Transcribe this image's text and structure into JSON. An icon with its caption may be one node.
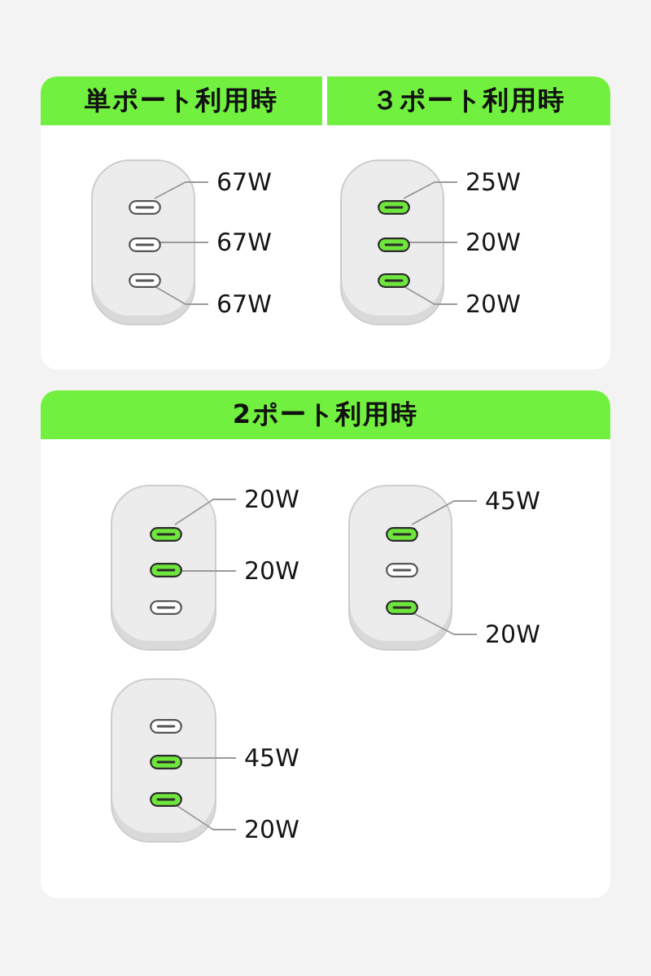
{
  "diagram": {
    "nodes": [
      {
        "text": [],
        "shape": "box"
      },
      {
        "text": [
          "単ポート利用時"
        ],
        "in": 0
      },
      {
        "text": [
          "３ポート利用時"
        ],
        "in": 0
      },
      {
        "text": [],
        "shape": "picture",
        "in": 0
      },
      {
        "text": [],
        "shape": "pill",
        "in": 3
      },
      {
        "text": [],
        "shape": "pill",
        "in": 3
      },
      {
        "text": [],
        "shape": "pill",
        "in": 3
      },
      {
        "text": [
          "67W"
        ],
        "in": 0
      },
      {
        "text": [
          "67W"
        ],
        "in": 0
      },
      {
        "text": [
          "67W"
        ],
        "in": 0
      },
      {
        "text": [],
        "shape": "picture",
        "in": 0
      },
      {
        "text": [],
        "shape": "pill",
        "in": 10
      },
      {
        "text": [],
        "shape": "pill",
        "in": 10
      },
      {
        "text": [],
        "shape": "pill",
        "in": 10
      },
      {
        "text": [
          "25W"
        ],
        "in": 0
      },
      {
        "text": [
          "20W"
        ],
        "in": 0
      },
      {
        "text": [
          "20W"
        ],
        "in": 0
      },
      {
        "text": [],
        "shape": "box"
      },
      {
        "text": [
          "2ポート利用時"
        ],
        "in": 17
      },
      {
        "text": [],
        "shape": "picture",
        "in": 17
      },
      {
        "text": [],
        "shape": "pill",
        "in": 19
      },
      {
        "text": [],
        "shape": "pill",
        "in": 19
      },
      {
        "text": [],
        "shape": "pill",
        "in": 19
      },
      {
        "text": [
          "20W"
        ],
        "in": 17
      },
      {
        "text": [
          "20W"
        ],
        "in": 17
      },
      {
        "text": [],
        "shape": "picture",
        "in": 17
      },
      {
        "text": [],
        "shape": "pill",
        "in": 25
      },
      {
        "text": [],
        "shape": "pill",
        "in": 25
      },
      {
        "text": [],
        "shape": "pill",
        "in": 25
      },
      {
        "text": [
          "45W"
        ],
        "in": 17
      },
      {
        "text": [
          "20W"
        ],
        "in": 17
      },
      {
        "text": [],
        "shape": "picture",
        "in": 17
      },
      {
        "text": [],
        "shape": "pill",
        "in": 31
      },
      {
        "text": [],
        "shape": "pill",
        "in": 31
      },
      {
        "text": [],
        "shape": "pill",
        "in": 31
      },
      {
        "text": [
          "45W"
        ],
        "in": 17
      },
      {
        "text": [
          "20W"
        ],
        "in": 17
      }
    ],
    "edges": [
      {
        "from": 7,
        "to": 4,
        "arrow": "none"
      },
      {
        "from": 8,
        "to": 5,
        "arrow": "none"
      },
      {
        "from": 9,
        "to": 6,
        "arrow": "none"
      },
      {
        "from": 14,
        "to": 11,
        "arrow": "none"
      },
      {
        "from": 15,
        "to": 12,
        "arrow": "none"
      },
      {
        "from": 16,
        "to": 13,
        "arrow": "none"
      },
      {
        "from": 23,
        "to": 20,
        "arrow": "none"
      },
      {
        "from": 24,
        "to": 21,
        "arrow": "none"
      },
      {
        "from": 29,
        "to": 26,
        "arrow": "none"
      },
      {
        "from": 30,
        "to": 28,
        "arrow": "none"
      },
      {
        "from": 35,
        "to": 33,
        "arrow": "none"
      },
      {
        "from": 36,
        "to": 34,
        "arrow": "none"
      }
    ]
  }
}
